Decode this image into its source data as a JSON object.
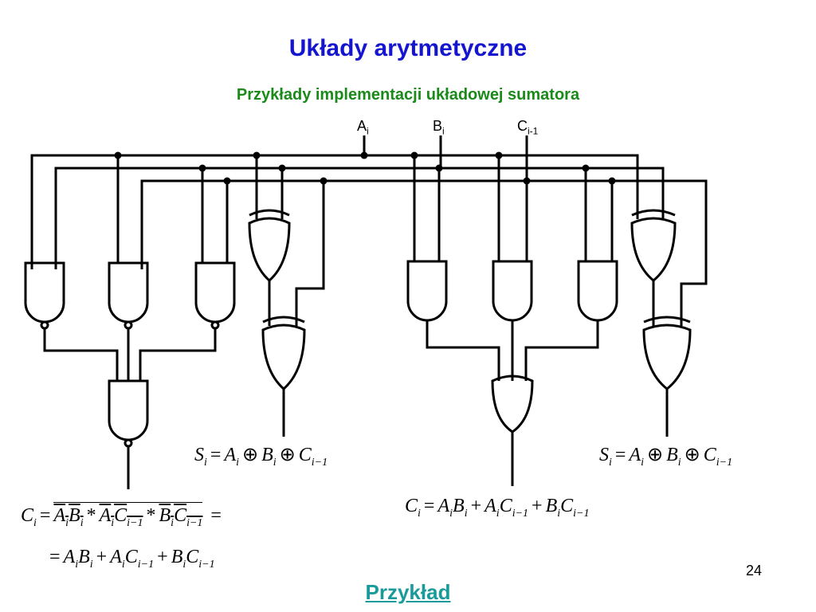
{
  "title": "Układy arytmetyczne",
  "subtitle": "Przykłady implementacji układowej sumatora",
  "inputs": {
    "a": {
      "base": "A",
      "sub": "i"
    },
    "b": {
      "base": "B",
      "sub": "i"
    },
    "c": {
      "base": "C",
      "sub": "i-1"
    }
  },
  "equations": {
    "sum_left": "S_i = A_i ⊕ B_i ⊕ C_{i−1}",
    "sum_right": "S_i = A_i ⊕ B_i ⊕ C_{i−1}",
    "carry_mid": "C_i = A_iB_i + A_iC_{i−1} + B_iC_{i−1}",
    "carry_left_line1": "C_i = ¬(¬(A_iB_i) * ¬(A_iC_{i−1}) * ¬(B_iC_{i−1})) =",
    "carry_left_line2": "= A_iB_i + A_iC_{i−1} + B_iC_{i−1}"
  },
  "page_number": "24",
  "link_label": "Przykład",
  "colors": {
    "title": "#1515cf",
    "subtitle": "#1a8a1a",
    "link": "#1a9a9a",
    "wire": "#000000"
  }
}
